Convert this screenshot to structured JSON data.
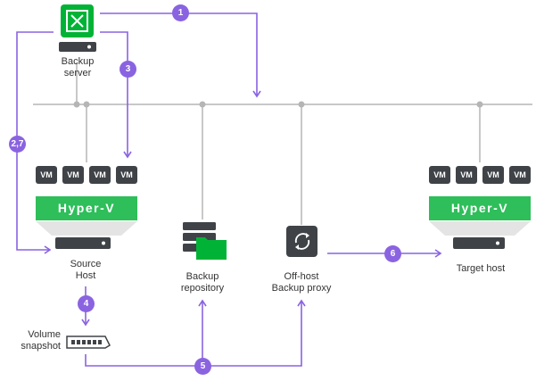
{
  "labels": {
    "backup_server": "Backup\nserver",
    "source_host": "Source\nHost",
    "volume_snapshot": "Volume\nsnapshot",
    "backup_repository": "Backup\nrepository",
    "offhost_proxy": "Off-host\nBackup proxy",
    "target_host": "Target host"
  },
  "vm_label": "VM",
  "hyperv_label": "Hyper-V",
  "steps": {
    "s1": "1",
    "s27": "2,7",
    "s3": "3",
    "s4": "4",
    "s5": "5",
    "s6": "6"
  },
  "colors": {
    "accent_purple": "#8a63e1",
    "hyperv_green": "#2ebe5a",
    "veeam_green": "#00b336",
    "dark_gray": "#3f4347",
    "network_line": "#b5b5b5",
    "text": "#333333"
  }
}
